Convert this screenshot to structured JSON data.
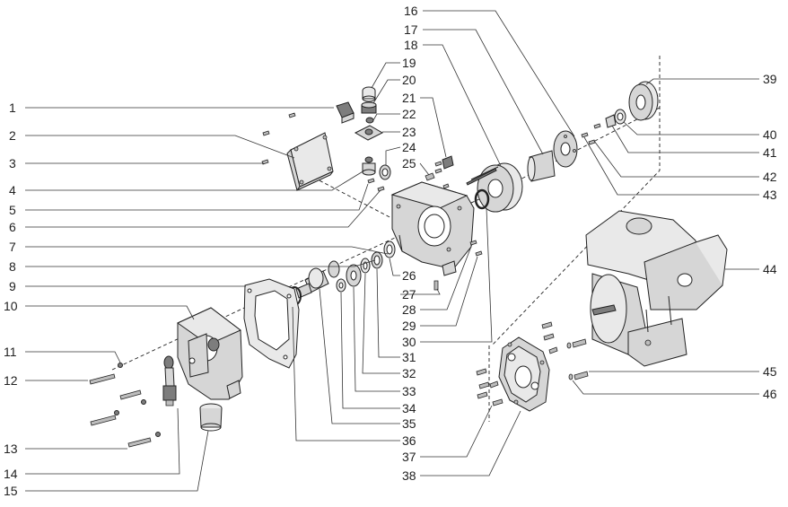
{
  "callouts": {
    "c1": "1",
    "c2": "2",
    "c3": "3",
    "c4": "4",
    "c5": "5",
    "c6": "6",
    "c7": "7",
    "c8": "8",
    "c9": "9",
    "c10": "10",
    "c11": "11",
    "c12": "12",
    "c13": "13",
    "c14": "14",
    "c15": "15",
    "c16": "16",
    "c17": "17",
    "c18": "18",
    "c19": "19",
    "c20": "20",
    "c21": "21",
    "c22": "22",
    "c23": "23",
    "c24": "24",
    "c25": "25",
    "c26": "26",
    "c27": "27",
    "c28": "28",
    "c29": "29",
    "c30": "30",
    "c31": "31",
    "c32": "32",
    "c33": "33",
    "c34": "34",
    "c35": "35",
    "c36": "36",
    "c37": "37",
    "c38": "38",
    "c39": "39",
    "c40": "40",
    "c41": "41",
    "c42": "42",
    "c43": "43",
    "c44": "44",
    "c45": "45",
    "c46": "46"
  }
}
